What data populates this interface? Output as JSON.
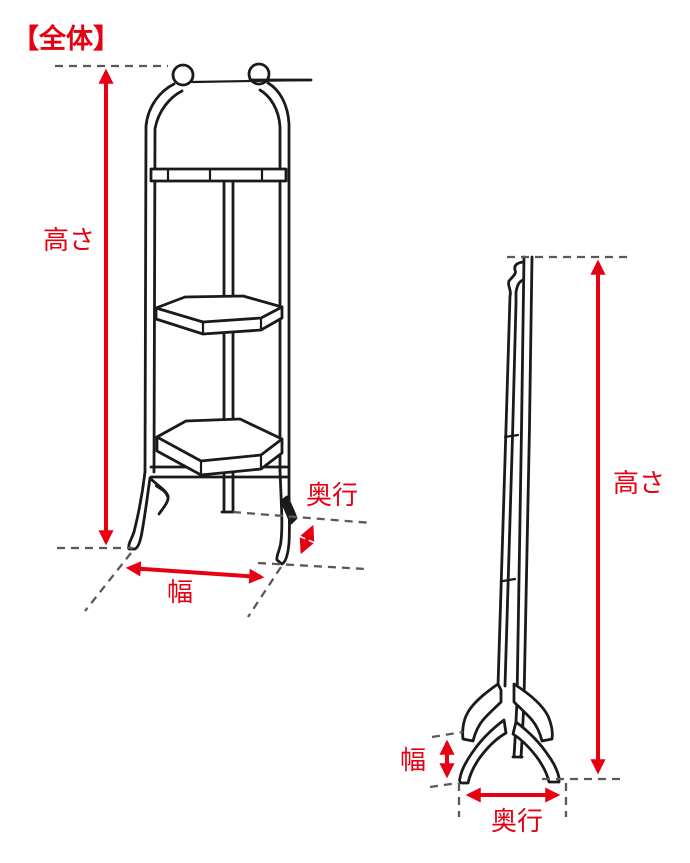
{
  "title": "【全体】",
  "colors": {
    "accent_red": "#e60012",
    "line_black": "#1a1a1a",
    "dash_gray": "#595959",
    "background": "#ffffff"
  },
  "front_view": {
    "labels": {
      "height": "高さ",
      "width": "幅",
      "depth": "奥行"
    }
  },
  "side_view": {
    "labels": {
      "height": "高さ",
      "width": "幅",
      "depth": "奥行"
    }
  }
}
